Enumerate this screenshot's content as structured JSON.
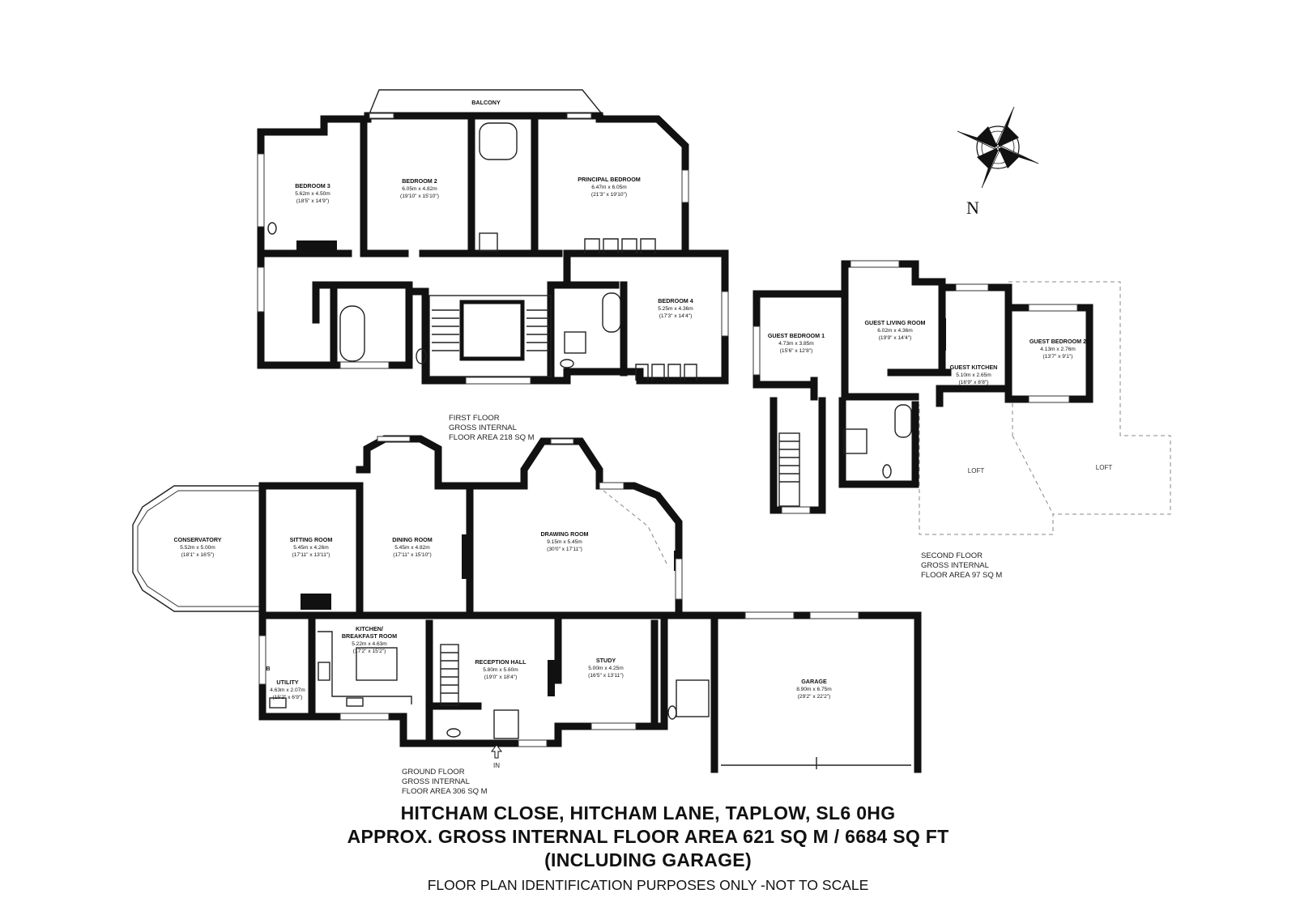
{
  "floors": {
    "first": {
      "label": [
        "FIRST FLOOR",
        "GROSS INTERNAL",
        "FLOOR AREA 218 SQ M"
      ]
    },
    "second": {
      "label": [
        "SECOND FLOOR",
        "GROSS INTERNAL",
        "FLOOR AREA 97 SQ M"
      ]
    },
    "ground": {
      "label": [
        "GROUND FLOOR",
        "GROSS INTERNAL",
        "FLOOR AREA 306 SQ M"
      ]
    }
  },
  "rooms": {
    "balcony": "BALCONY",
    "bedroom3": {
      "name": "BEDROOM 3",
      "metric": "5.62m x 4.50m",
      "imperial": "(18'5\" x 14'9\")"
    },
    "bedroom2": {
      "name": "BEDROOM 2",
      "metric": "6.05m x 4.82m",
      "imperial": "(19'10\" x 15'10\")"
    },
    "principal": {
      "name": "PRINCIPAL BEDROOM",
      "metric": "6.47m x 6.05m",
      "imperial": "(21'3\" x 19'10\")"
    },
    "bedroom4": {
      "name": "BEDROOM 4",
      "metric": "5.25m x 4.36m",
      "imperial": "(17'3\" x 14'4\")"
    },
    "guest_bed1": {
      "name": "GUEST BEDROOM 1",
      "metric": "4.73m x 3.85m",
      "imperial": "(15'6\" x 12'8\")"
    },
    "guest_living": {
      "name": "GUEST LIVING ROOM",
      "metric": "6.02m x 4.36m",
      "imperial": "(19'9\" x 14'4\")"
    },
    "guest_kitchen": {
      "name": "GUEST KITCHEN",
      "metric": "5.10m x 2.65m",
      "imperial": "(16'9\" x 8'8\")"
    },
    "guest_bed2": {
      "name": "GUEST BEDROOM 2",
      "metric": "4.13m x 2.76m",
      "imperial": "(13'7\" x 9'1\")"
    },
    "loft_left": "LOFT",
    "loft_right": "LOFT",
    "conservatory": {
      "name": "CONSERVATORY",
      "metric": "5.52m x 5.00m",
      "imperial": "(18'1\" x 16'5\")"
    },
    "sitting": {
      "name": "SITTING ROOM",
      "metric": "5.45m x 4.26m",
      "imperial": "(17'11\" x 13'11\")"
    },
    "dining": {
      "name": "DINING ROOM",
      "metric": "5.45m x 4.82m",
      "imperial": "(17'11\" x 15'10\")"
    },
    "drawing": {
      "name": "DRAWING ROOM",
      "metric": "9.15m x 5.45m",
      "imperial": "(30'0\" x 17'11\")"
    },
    "kitchen": {
      "name1": "KITCHEN/",
      "name2": "BREAKFAST ROOM",
      "metric": "5.22m x 4.63m",
      "imperial": "(17'2\" x 15'2\")"
    },
    "utility": {
      "name": "UTILITY",
      "metric": "4.63m x 2.07m",
      "imperial": "(15'2\" x 6'9\")",
      "boiler": "B"
    },
    "reception": {
      "name": "RECEPTION HALL",
      "metric": "5.80m x 5.60m",
      "imperial": "(19'0\" x 18'4\")"
    },
    "study": {
      "name": "STUDY",
      "metric": "5.00m x 4.25m",
      "imperial": "(16'5\" x 13'11\")"
    },
    "garage": {
      "name": "GARAGE",
      "metric": "8.90m x 6.75m",
      "imperial": "(29'2\" x 22'2\")"
    },
    "entrance": "IN"
  },
  "compass": {
    "north": "N"
  },
  "footer": {
    "address": "HITCHAM CLOSE, HITCHAM LANE, TAPLOW, SL6 0HG",
    "area": "APPROX. GROSS INTERNAL FLOOR AREA 621 SQ M / 6684 SQ FT",
    "garage_note": "(INCLUDING GARAGE)",
    "disclaimer": "FLOOR PLAN IDENTIFICATION PURPOSES ONLY -NOT TO SCALE"
  }
}
